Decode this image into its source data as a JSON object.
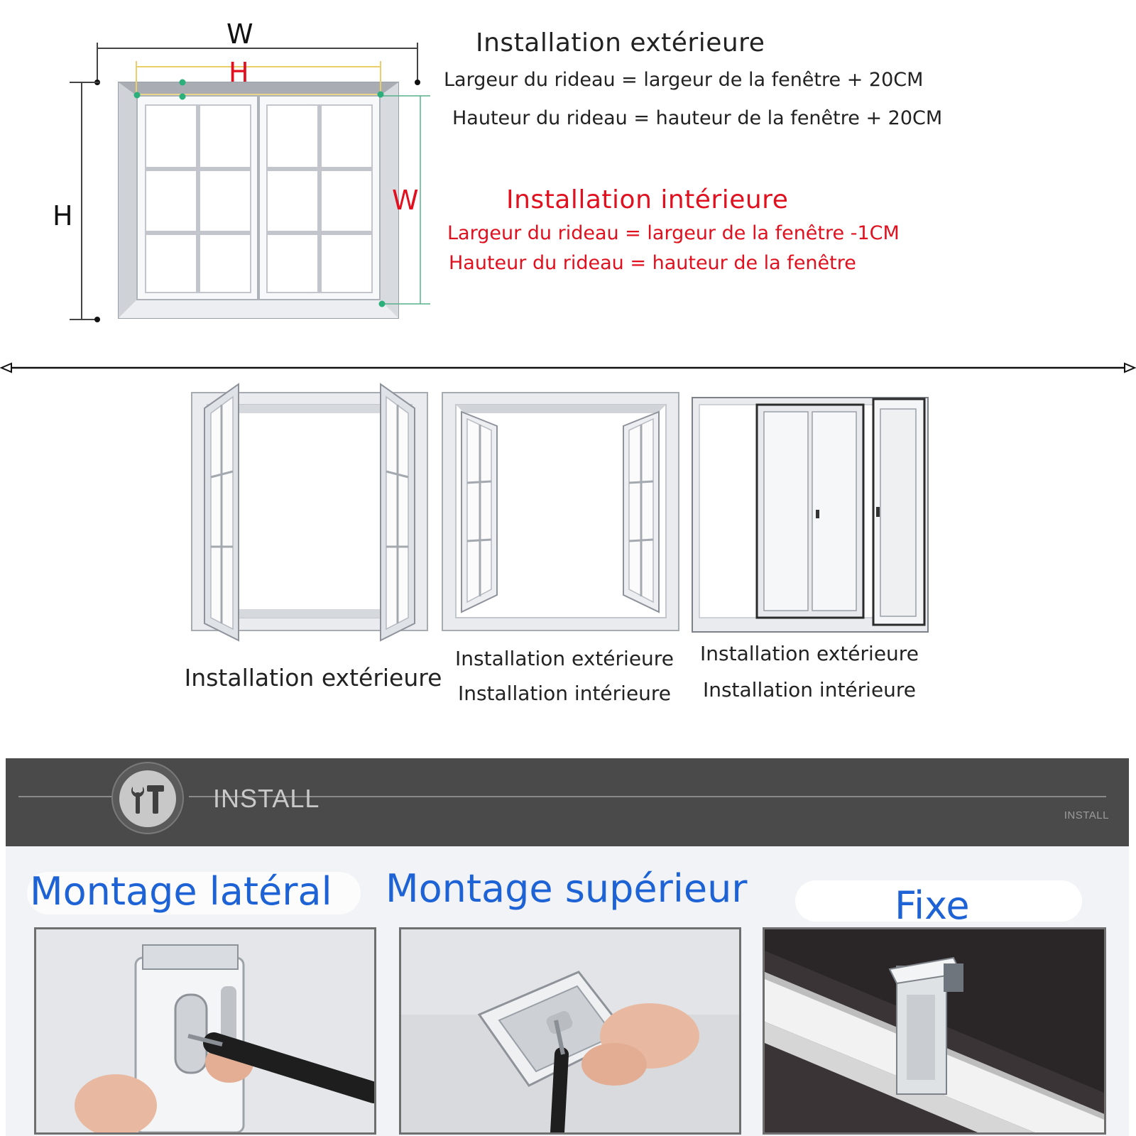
{
  "measure": {
    "outer_w": "W",
    "outer_h": "H",
    "inner_h": "H",
    "inner_w": "W",
    "outside_title": "Installation extérieure",
    "outside_width": "Largeur du rideau = largeur de la fenêtre + 20CM",
    "outside_height": "Hauteur du rideau = hauteur de la fenêtre + 20CM",
    "inside_title": "Installation intérieure",
    "inside_width": "Largeur du rideau = largeur de la fenêtre -1CM",
    "inside_height": "Hauteur du rideau = hauteur de la fenêtre"
  },
  "window_types": [
    {
      "lines": [
        "Installation extérieure"
      ]
    },
    {
      "lines": [
        "Installation extérieure",
        "Installation intérieure"
      ]
    },
    {
      "lines": [
        "Installation extérieure",
        "Installation intérieure"
      ]
    }
  ],
  "install": {
    "banner_label": "INSTALL",
    "banner_small": "INSTALL",
    "icon": "tools-icon",
    "methods": [
      {
        "label": "Montage latéral"
      },
      {
        "label": "Montage supérieur"
      },
      {
        "label": "Fixe"
      }
    ]
  },
  "colors": {
    "accent_red": "#e0101e",
    "accent_blue": "#1e63d6",
    "banner_bg": "#4a4a4a"
  }
}
